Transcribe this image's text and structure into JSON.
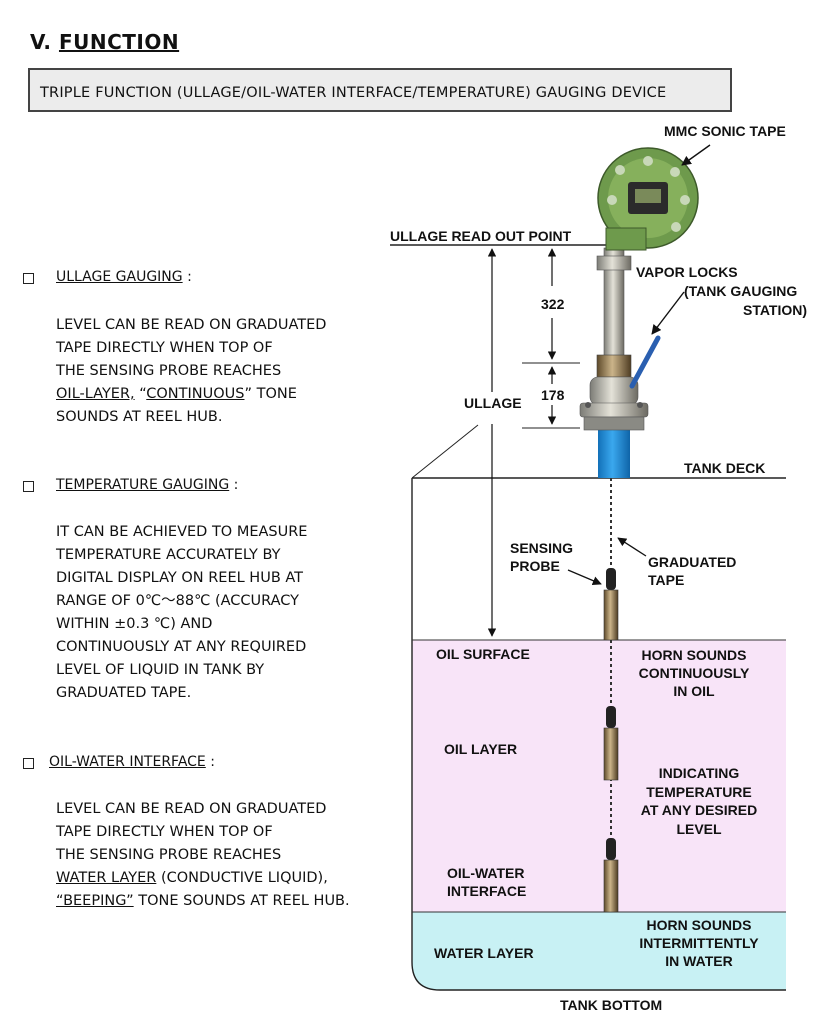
{
  "header": {
    "section_prefix": "V. ",
    "section_title": "FUNCTION",
    "subtitle": "TRIPLE FUNCTION (ULLAGE/OIL-WATER INTERFACE/TEMPERATURE) GAUGING DEVICE"
  },
  "sections": {
    "ullage": {
      "heading": "ULLAGE GAUGING",
      "suffix": " :",
      "line1": "LEVEL CAN BE READ ON GRADUATED",
      "line2": "TAPE DIRECTLY WHEN TOP OF",
      "line3": "THE SENSING PROBE REACHES",
      "line4_u": "OIL-LAYER,",
      "line4_mid": " “",
      "line4_u2": "CONTINUOUS",
      "line4_end": "” TONE",
      "line5": "SOUNDS AT REEL HUB."
    },
    "temperature": {
      "heading": "TEMPERATURE GAUGING",
      "suffix": " :",
      "line1": "IT CAN BE ACHIEVED TO MEASURE",
      "line2": "TEMPERATURE ACCURATELY BY",
      "line3": "DIGITAL DISPLAY ON REEL HUB AT",
      "line4": "RANGE OF 0℃～88℃ (ACCURACY",
      "line5": "WITHIN  ±0.3 ℃) AND",
      "line6": "CONTINUOUSLY AT ANY REQUIRED",
      "line7": "LEVEL OF LIQUID IN TANK BY",
      "line8": "GRADUATED TAPE."
    },
    "interface": {
      "heading": "OIL-WATER INTERFACE",
      "suffix": " :",
      "line1": "LEVEL CAN BE READ ON GRADUATED",
      "line2": "TAPE DIRECTLY WHEN TOP OF",
      "line3": "THE SENSING PROBE REACHES",
      "line4_u": "WATER LAYER",
      "line4_end": " (CONDUCTIVE LIQUID),",
      "line5_u": "“BEEPING”",
      "line5_end": " TONE SOUNDS AT REEL HUB."
    }
  },
  "diagram": {
    "mmc_sonic_tape": "MMC SONIC TAPE",
    "ullage_read_out_point": "ULLAGE READ OUT  POINT",
    "vapor_locks_1": "VAPOR LOCKS",
    "vapor_locks_2": "(TANK  GAUGING",
    "vapor_locks_3": "STATION)",
    "dim_322": "322",
    "dim_178": "178",
    "ullage": "ULLAGE",
    "tank_deck": "TANK  DECK",
    "sensing_probe_1": "SENSING",
    "sensing_probe_2": "PROBE",
    "graduated_tape_1": "GRADUATED",
    "graduated_tape_2": "TAPE",
    "oil_surface": "OIL  SURFACE",
    "horn_cont_1": "HORN SOUNDS",
    "horn_cont_2": "CONTINUOUSLY",
    "horn_cont_3": "IN OIL",
    "oil_layer": "OIL  LAYER",
    "indicating_1": "INDICATING",
    "indicating_2": "TEMPERATURE",
    "indicating_3": "AT  ANY  DESIRED",
    "indicating_4": "LEVEL",
    "oil_water_1": "OIL-WATER",
    "oil_water_2": "INTERFACE",
    "horn_int_1": "HORN SOUNDS",
    "horn_int_2": "INTERMITTENTLY",
    "horn_int_3": "IN WATER",
    "water_layer": "WATER  LAYER",
    "tank_bottom": "TANK BOTTOM"
  },
  "colors": {
    "oil_layer": "#f8e4f8",
    "water_layer": "#c8f1f4",
    "reel_green": "#6e9a4c",
    "pipe_blue": "#1d8fd6",
    "valve_handle": "#2a5fb0"
  }
}
